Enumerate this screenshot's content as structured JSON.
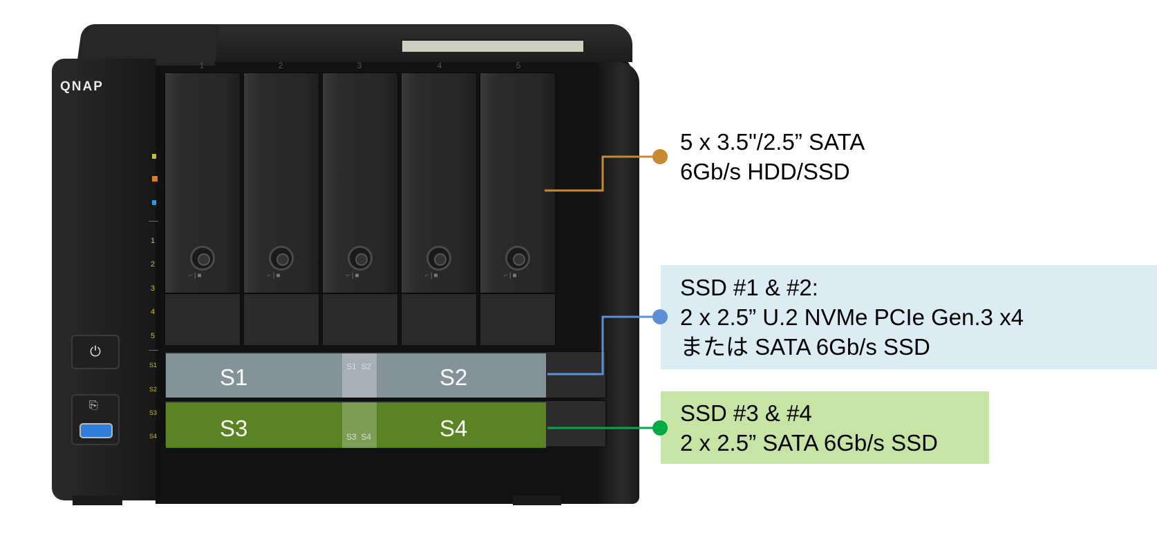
{
  "brand": "QNAP",
  "bay_numbers": [
    "1",
    "2",
    "3",
    "4",
    "5"
  ],
  "side_leds": [
    "1",
    "2",
    "3",
    "4",
    "5",
    "S1",
    "S2",
    "S3",
    "S4"
  ],
  "slots": {
    "s1": "S1",
    "s2": "S2",
    "s3": "S3",
    "s4": "S4",
    "mini_top": "S1  S2",
    "mini_bottom": "S3  S4"
  },
  "callouts": {
    "hdd": {
      "line1": "5 x 3.5\"/2.5” SATA",
      "line2": "6Gb/s HDD/SSD",
      "color": "#c88a30"
    },
    "ssd12": {
      "line1": "SSD #1 & #2:",
      "line2": "2 x 2.5” U.2 NVMe PCIe Gen.3 x4",
      "line3": "または SATA 6Gb/s SSD",
      "color": "#5b8fd6",
      "box_color": "#dbedf3"
    },
    "ssd34": {
      "line1": "SSD #3 & #4",
      "line2": "2 x 2.5” SATA 6Gb/s SSD",
      "color": "#00aa44",
      "box_color": "#c6e5a4"
    }
  },
  "icons": [
    "power-icon",
    "usb-copy-icon",
    "usb-port-icon",
    "status-led-icon",
    "network-led-icon",
    "usb-led-icon",
    "lock-icon"
  ]
}
